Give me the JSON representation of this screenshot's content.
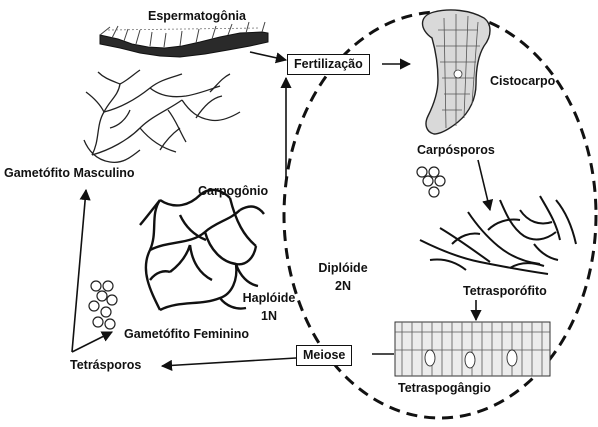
{
  "labels": {
    "spermatogonia": "Espermatogônia",
    "fertilization": "Fertilização",
    "cystocarp": "Cistocarpo",
    "carpospores": "Carpósporos",
    "male_gametophyte": "Gametófito Masculino",
    "carpogonium": "Carpogônio",
    "diploid": "Diplóide",
    "diploid_ploidy": "2N",
    "haploid": "Haplóide",
    "haploid_ploidy": "1N",
    "tetrasporophyte": "Tetrasporófito",
    "female_gametophyte": "Gametófito Feminino",
    "meiosis": "Meiose",
    "tetraspores": "Tetrásporos",
    "tetrasporangium": "Tetraspogângio"
  },
  "colors": {
    "ink": "#111111",
    "background": "#ffffff"
  }
}
